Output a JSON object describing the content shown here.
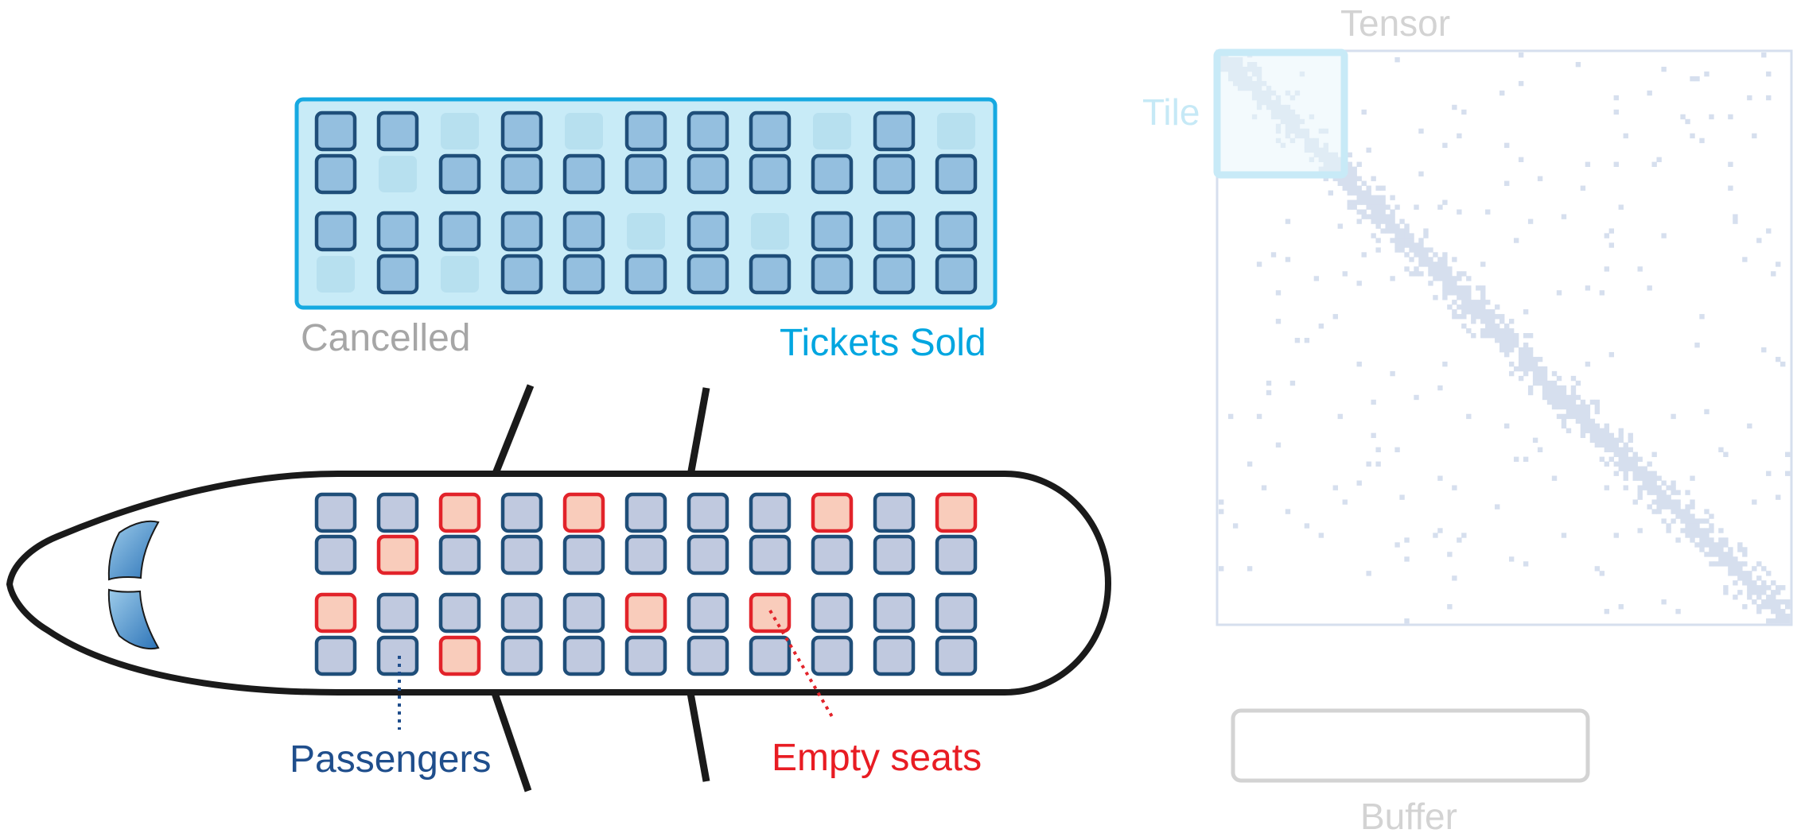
{
  "labels": {
    "cancelled": "Cancelled",
    "tickets_sold": "Tickets Sold",
    "passengers": "Passengers",
    "empty_seats": "Empty seats",
    "tensor": "Tensor",
    "tile": "Tile",
    "buffer": "Buffer"
  },
  "colors": {
    "cancelled_text": "#a6a6a6",
    "tickets_text": "#00a6e0",
    "passengers_text": "#1f4e8c",
    "empty_text": "#e81c23",
    "tensor_text": "#d3d3d3",
    "tile_text": "#c6e9f6",
    "buffer_text": "#d3d3d3",
    "ticket_panel_fill": "#c8ebf7",
    "ticket_panel_border": "#16a9e1",
    "seat_sold_fill": "#94bfdf",
    "seat_cancelled_fill": "#b7e0ef",
    "seat_border": "#1f4e79",
    "seat_occupied_fill": "#c0c9df",
    "seat_empty_fill": "#f9ccbb",
    "seat_empty_border": "#e2232a",
    "plane_outline": "#1a1a1a",
    "tensor_fill": "#d6dfee",
    "tile_fill": "#eaf6fc",
    "tile_border": "#c8eaf7"
  },
  "ticket_grid": [
    [
      1,
      1,
      0,
      1,
      0,
      1,
      1,
      1,
      0,
      1,
      0
    ],
    [
      1,
      0,
      1,
      1,
      1,
      1,
      1,
      1,
      1,
      1,
      1
    ],
    [
      1,
      1,
      1,
      1,
      1,
      0,
      1,
      0,
      1,
      1,
      1
    ],
    [
      0,
      1,
      0,
      1,
      1,
      1,
      1,
      1,
      1,
      1,
      1
    ]
  ],
  "plane_grid": [
    [
      1,
      1,
      0,
      1,
      0,
      1,
      1,
      1,
      0,
      1,
      0
    ],
    [
      1,
      0,
      1,
      1,
      1,
      1,
      1,
      1,
      1,
      1,
      1
    ],
    [
      0,
      1,
      1,
      1,
      1,
      0,
      1,
      0,
      1,
      1,
      1
    ],
    [
      1,
      1,
      0,
      1,
      1,
      1,
      1,
      1,
      1,
      1,
      1
    ]
  ]
}
